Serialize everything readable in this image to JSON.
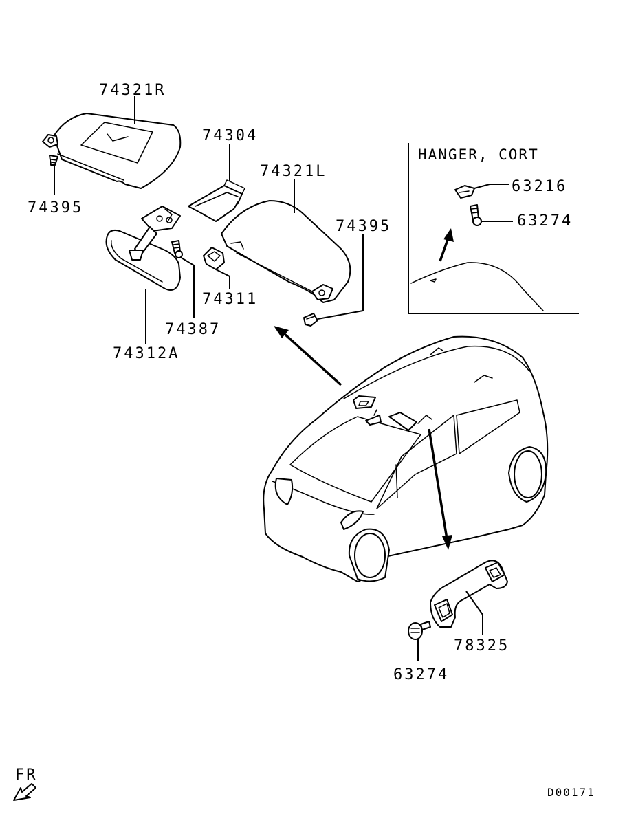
{
  "parts": {
    "sun_visor_right": "74321R",
    "sun_visor_left": "74321L",
    "holder": "74304",
    "screw_right": "74395",
    "screw_left": "74395",
    "hook": "74311",
    "mirror_screw": "74387",
    "inside_mirror": "74312A",
    "assist_grip": "78325",
    "grip_screw": "63274"
  },
  "inset": {
    "title": "HANGER, CORT",
    "hanger": "63216",
    "hanger_screw": "63274"
  },
  "footer": {
    "direction": "FR",
    "diagram_code": "D00171"
  },
  "colors": {
    "line": "#000000",
    "background": "#ffffff"
  }
}
